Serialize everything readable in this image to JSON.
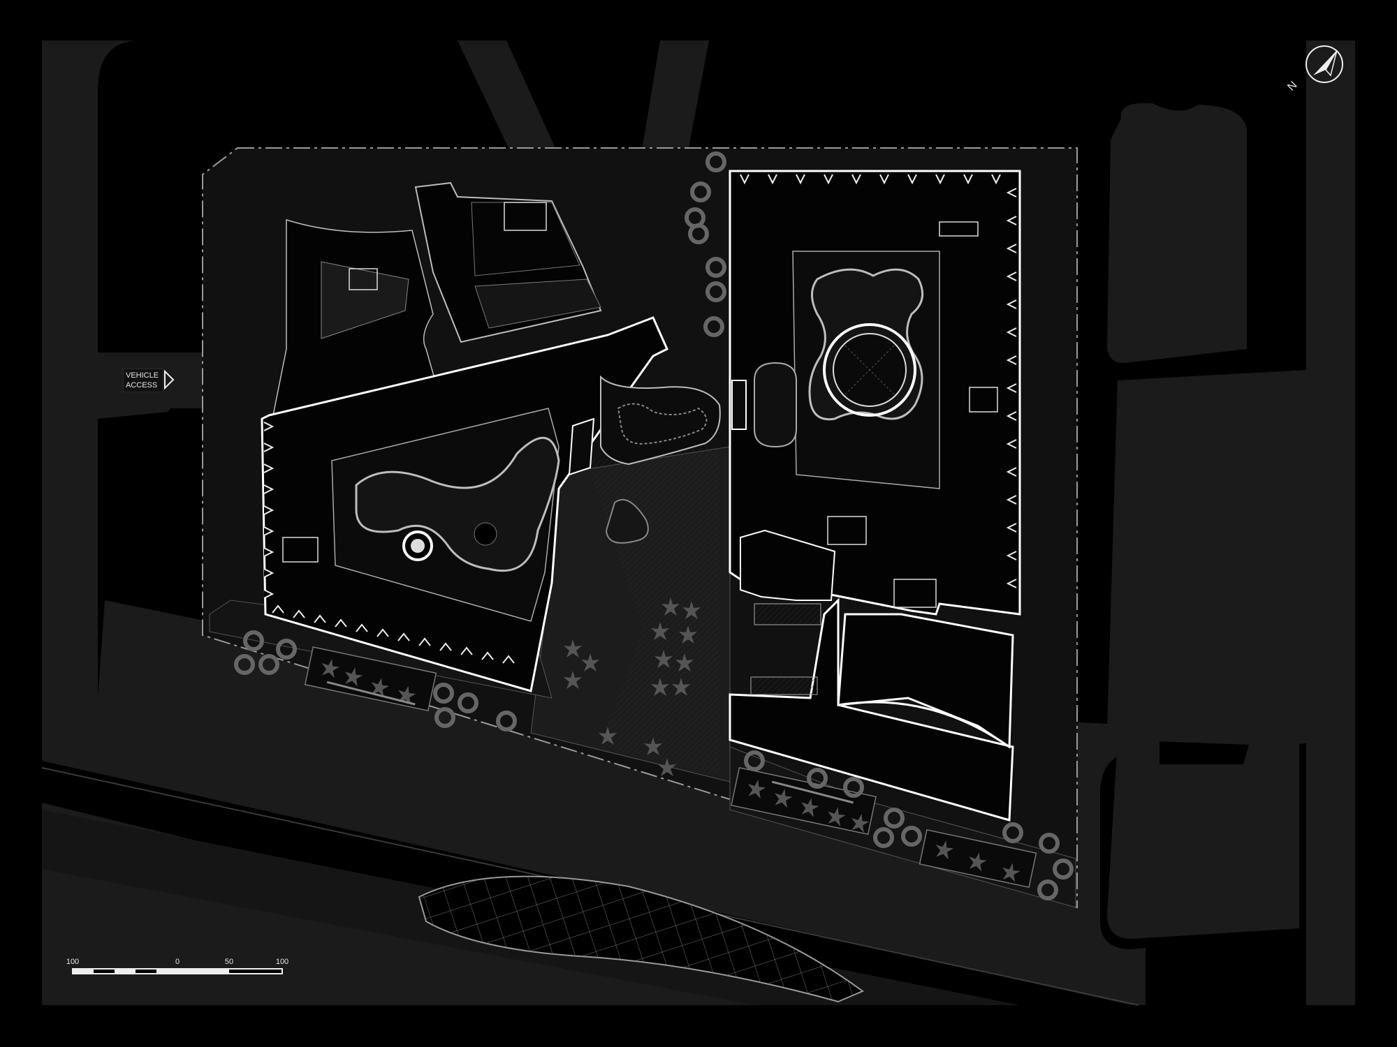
{
  "plan": {
    "vehicle_access_line1": "VEHICLE",
    "vehicle_access_line2": "ACCESS",
    "north_label": "N",
    "scale_labels": [
      "100",
      "0",
      "50",
      "100"
    ],
    "colors": {
      "background": "#000000",
      "road": "#1a1a1a",
      "plaza": "#161616",
      "building_fill": "#030303",
      "line": "#bdbdbd",
      "bright_line": "#ffffff",
      "tree": "#5a5a5a"
    }
  }
}
